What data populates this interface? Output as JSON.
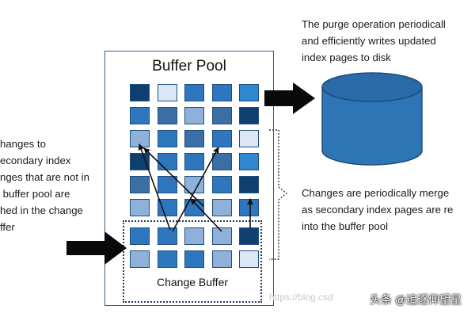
{
  "pool_title": "Buffer Pool",
  "change_buffer_title": "Change Buffer",
  "purge_text": [
    "The purge operation periodicall",
    "and efficiently writes updated",
    "index pages to disk"
  ],
  "left_text": [
    "hanges to",
    "econdary index",
    "nges that are not in",
    " buffer pool are",
    "hed in the change",
    "ffer"
  ],
  "merge_text": [
    "Changes are periodically merge",
    "as secondary index pages are re",
    "into the buffer pool"
  ],
  "watermark": "https://blog.csd",
  "credit": "头条 @追逐仰望星",
  "colors": {
    "dark_navy": "#0f3f6e",
    "mid_blue": "#2e77bf",
    "steel_blue": "#3a6ea5",
    "light_blue": "#8fb1d9",
    "pale_blue": "#dbe7f5",
    "bright_blue": "#2f86d1",
    "disk": "#2e75b6",
    "border": "#1f4e79"
  },
  "grid": [
    [
      "dark_navy",
      "pale_blue",
      "mid_blue",
      "mid_blue",
      "bright_blue"
    ],
    [
      "mid_blue",
      "steel_blue",
      "light_blue",
      "steel_blue",
      "dark_navy"
    ],
    [
      "light_blue",
      "mid_blue",
      "steel_blue",
      "mid_blue",
      "pale_blue"
    ],
    [
      "dark_navy",
      "mid_blue",
      "mid_blue",
      "steel_blue",
      "bright_blue"
    ],
    [
      "steel_blue",
      "mid_blue",
      "light_blue",
      "mid_blue",
      "dark_navy"
    ],
    [
      "light_blue",
      "mid_blue",
      "mid_blue",
      "light_blue",
      "mid_blue"
    ]
  ],
  "change_buffer_grid": [
    [
      "mid_blue",
      "mid_blue",
      "light_blue",
      "light_blue",
      "dark_navy"
    ],
    [
      "light_blue",
      "mid_blue",
      "mid_blue",
      "light_blue",
      "pale_blue"
    ]
  ]
}
